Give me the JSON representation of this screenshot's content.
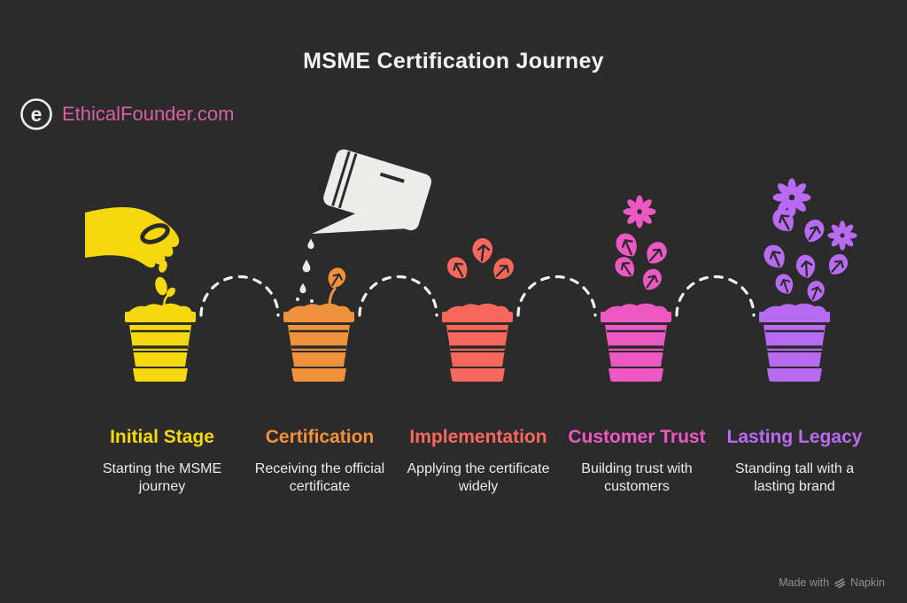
{
  "title": "MSME Certification Journey",
  "brand": {
    "name": "EthicalFounder.com",
    "color": "#d75fa6",
    "icon": "ethical-founder-logo"
  },
  "watermark": {
    "prefix": "Made with",
    "brand": "Napkin"
  },
  "theme": {
    "background": "#2b2b2b",
    "title_color": "#f2f2f2",
    "description_color": "#ececec",
    "arc_color": "#f2f2f2",
    "watering_can_color": "#ececea",
    "watermark_color": "#8f8f8f"
  },
  "stages": [
    {
      "name": "Initial Stage",
      "description": "Starting the MSME journey",
      "color": "#f5d80e",
      "icon": "hand-sowing-seeds-icon"
    },
    {
      "name": "Certification",
      "description": "Receiving the official certificate",
      "color": "#f0923c",
      "icon": "watering-can-icon"
    },
    {
      "name": "Implementation",
      "description": "Applying the certificate widely",
      "color": "#f8675c",
      "icon": "sprouting-leaves-icon"
    },
    {
      "name": "Customer Trust",
      "description": "Building trust with customers",
      "color": "#ee58c2",
      "icon": "flowering-plant-icon"
    },
    {
      "name": "Lasting Legacy",
      "description": "Standing tall with a lasting brand",
      "color": "#b96af2",
      "icon": "full-bloom-plant-icon"
    }
  ]
}
